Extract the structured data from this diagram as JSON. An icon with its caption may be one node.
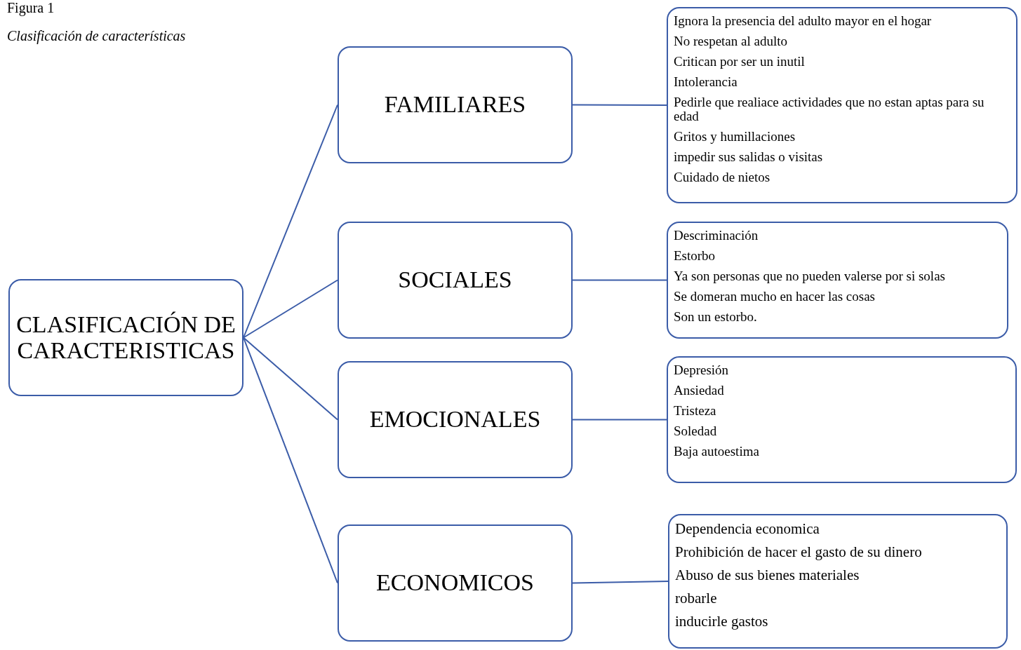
{
  "diagram": {
    "title": "Figura 1",
    "caption": "Clasificación de características",
    "nodes": [
      {
        "text": [
          "CLASIFICACIÓN DE CARACTERISTICAS"
        ]
      },
      {
        "text": [
          "FAMILIARES"
        ]
      },
      {
        "text": [
          "SOCIALES"
        ]
      },
      {
        "text": [
          "EMOCIONALES"
        ]
      },
      {
        "text": [
          "ECONOMICOS"
        ]
      },
      {
        "text": [
          "Ignora la presencia del adulto mayor en el hogar",
          "No respetan al adulto",
          "Critican por ser un inutil",
          "Intolerancia",
          "Pedirle que realiace actividades que no estan aptas para su edad",
          "Gritos y humillaciones",
          "impedir sus salidas o visitas",
          "Cuidado de nietos"
        ]
      },
      {
        "text": [
          "Descriminación",
          "Estorbo",
          "Ya son personas que no pueden valerse por si solas",
          "Se domeran mucho en hacer las cosas",
          "Son un estorbo."
        ]
      },
      {
        "text": [
          "Depresión",
          "Ansiedad",
          "Tristeza",
          "Soledad",
          "Baja autoestima"
        ]
      },
      {
        "text": [
          "Dependencia economica",
          "Prohibición de hacer el gasto de su dinero",
          "Abuso de sus bienes materiales",
          "robarle",
          "inducirle gastos"
        ]
      }
    ],
    "edges": [
      {
        "from": 0,
        "to": 1,
        "arrow": "none"
      },
      {
        "from": 0,
        "to": 2,
        "arrow": "none"
      },
      {
        "from": 0,
        "to": 3,
        "arrow": "none"
      },
      {
        "from": 0,
        "to": 4,
        "arrow": "none"
      },
      {
        "from": 1,
        "to": 5,
        "arrow": "none"
      },
      {
        "from": 2,
        "to": 6,
        "arrow": "none"
      },
      {
        "from": 3,
        "to": 7,
        "arrow": "none"
      },
      {
        "from": 4,
        "to": 8,
        "arrow": "none"
      }
    ]
  }
}
